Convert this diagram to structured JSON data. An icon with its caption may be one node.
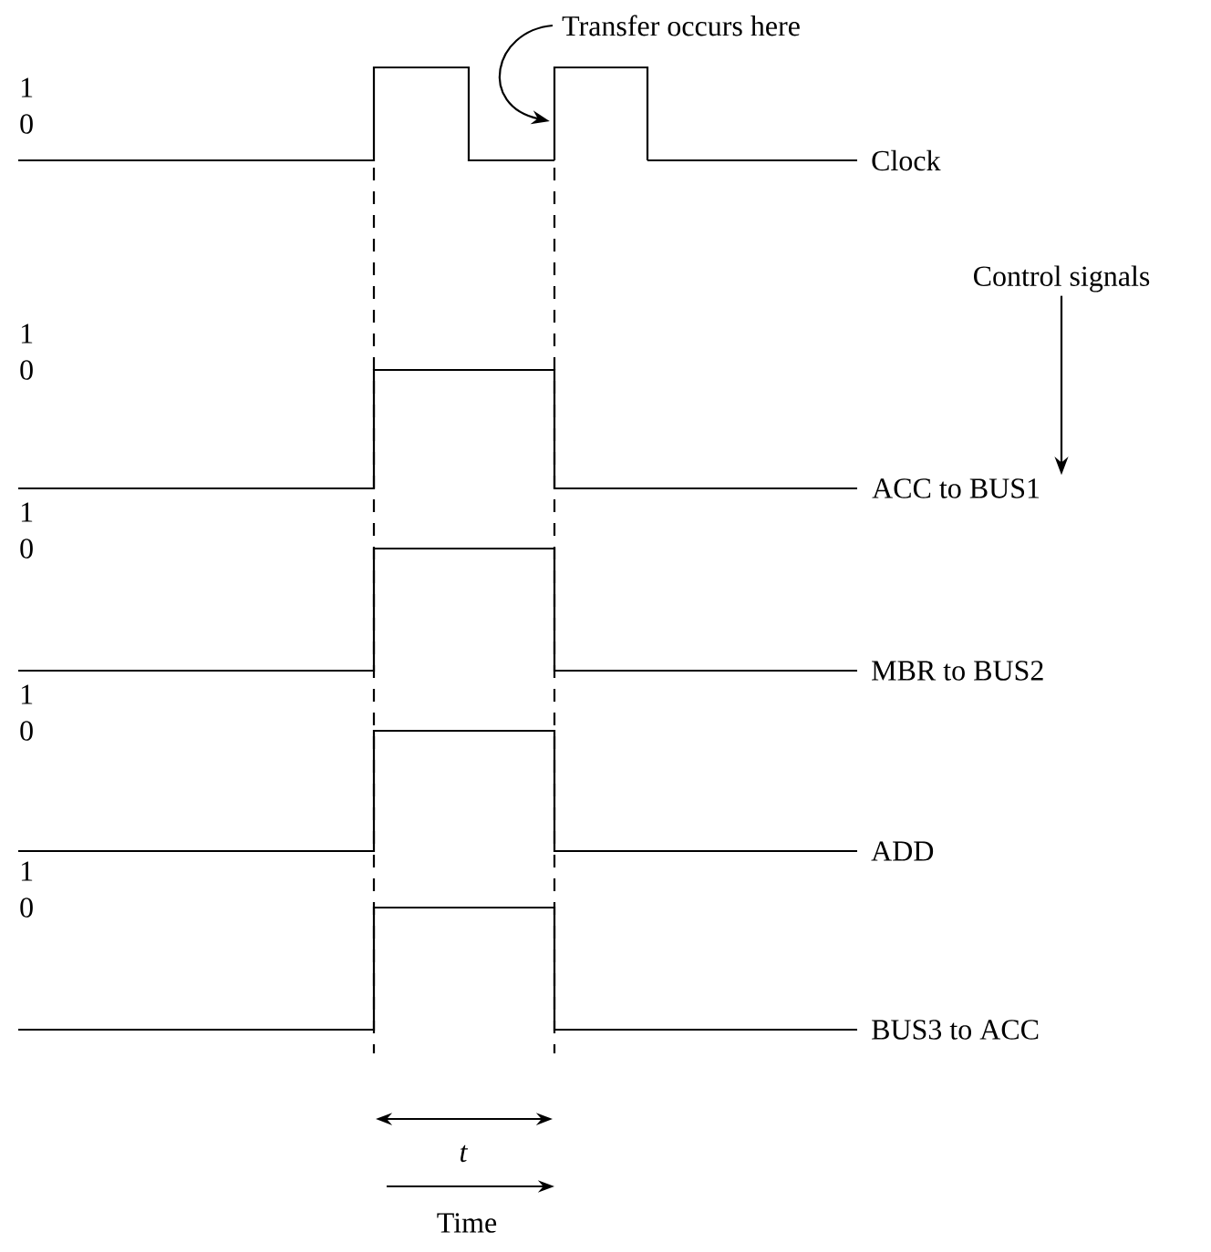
{
  "diagram": {
    "nodes": [
      {
        "text": [
          "Transfer occurs here"
        ]
      },
      {
        "text": [],
        "shape": "pulse"
      },
      {
        "text": [
          "Control signals"
        ]
      },
      {
        "text": [
          "ACC to BUS1"
        ]
      }
    ],
    "edges": [
      {
        "from": 0,
        "to": 1,
        "arrow": "to"
      },
      {
        "from": 2,
        "to": 3,
        "arrow": "to"
      }
    ],
    "labels": [
      "1",
      "0",
      "Clock",
      "1",
      "0",
      "1",
      "0",
      "MBR to BUS2",
      "1",
      "0",
      "ADD",
      "1",
      "0",
      "BUS3 to ACC",
      "t",
      "Time"
    ]
  }
}
